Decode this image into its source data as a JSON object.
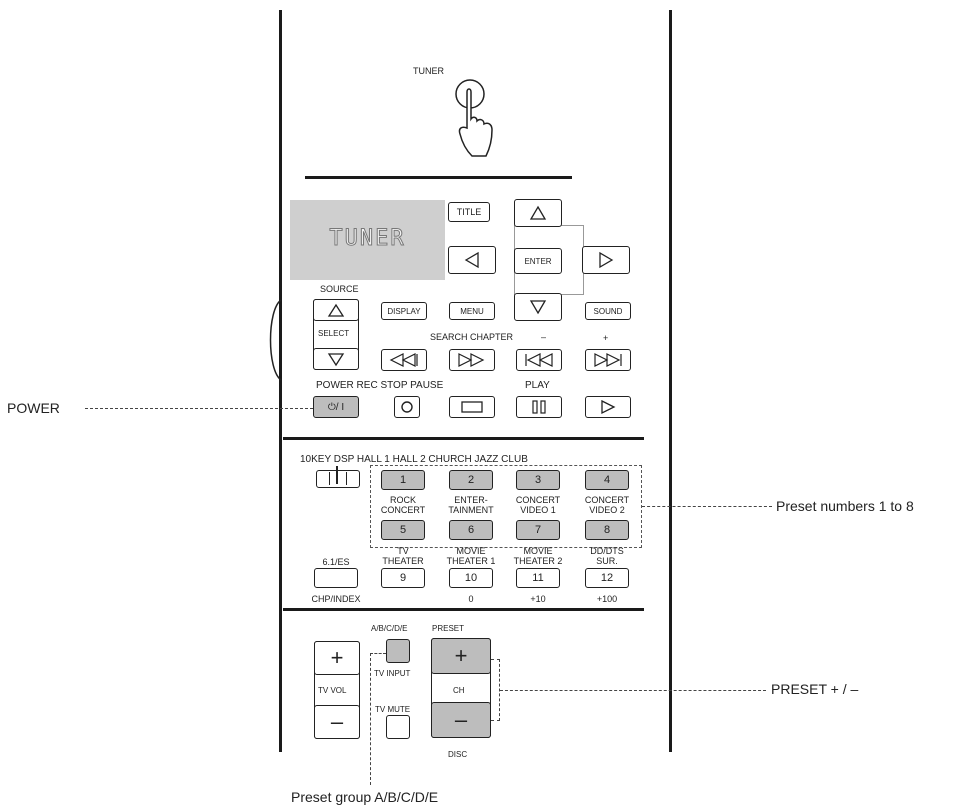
{
  "tuner_label": "TUNER",
  "display_text": "TUNER",
  "nav": {
    "title": "TITLE",
    "enter": "ENTER",
    "display": "DISPLAY",
    "menu": "MENU",
    "sound": "SOUND"
  },
  "source": {
    "label": "SOURCE",
    "select": "SELECT"
  },
  "search_chapter": {
    "label": "SEARCH CHAPTER",
    "minus": "–",
    "plus": "+"
  },
  "transport_labels": "POWER REC STOP PAUSE",
  "play_label": "PLAY",
  "power_symbol": "⏻/ I",
  "dsp_header": "10KEY DSP HALL 1 HALL 2 CHURCH JAZZ CLUB",
  "presets": [
    {
      "num": "1",
      "label": ""
    },
    {
      "num": "2",
      "label": ""
    },
    {
      "num": "3",
      "label": ""
    },
    {
      "num": "4",
      "label": ""
    },
    {
      "num": "5",
      "label": "ROCK\nCONCERT"
    },
    {
      "num": "6",
      "label": "ENTER-\nTAINMENT"
    },
    {
      "num": "7",
      "label": "CONCERT\nVIDEO 1"
    },
    {
      "num": "8",
      "label": "CONCERT\nVIDEO 2"
    }
  ],
  "row3": [
    {
      "top": "6.1/ES",
      "num": "",
      "bottom": "CHP/INDEX"
    },
    {
      "top": "TV\nTHEATER",
      "num": "9",
      "bottom": ""
    },
    {
      "top": "MOVIE\nTHEATER 1",
      "num": "10",
      "bottom": "0"
    },
    {
      "top": "MOVIE\nTHEATER 2",
      "num": "11",
      "bottom": "+10"
    },
    {
      "top": "DD/DTS\nSUR.",
      "num": "12",
      "bottom": "+100"
    }
  ],
  "lower": {
    "abcde": "A/B/C/D/E",
    "preset": "PRESET",
    "tv_input": "TV INPUT",
    "tv_mute": "TV MUTE",
    "tv_vol": "TV VOL",
    "ch": "CH",
    "disc": "DISC",
    "plus": "+",
    "minus": "–"
  },
  "callouts": {
    "power": "POWER",
    "preset_numbers": "Preset numbers 1 to 8",
    "preset_plus_minus": "PRESET + / –",
    "preset_group": "Preset group A/B/C/D/E"
  }
}
